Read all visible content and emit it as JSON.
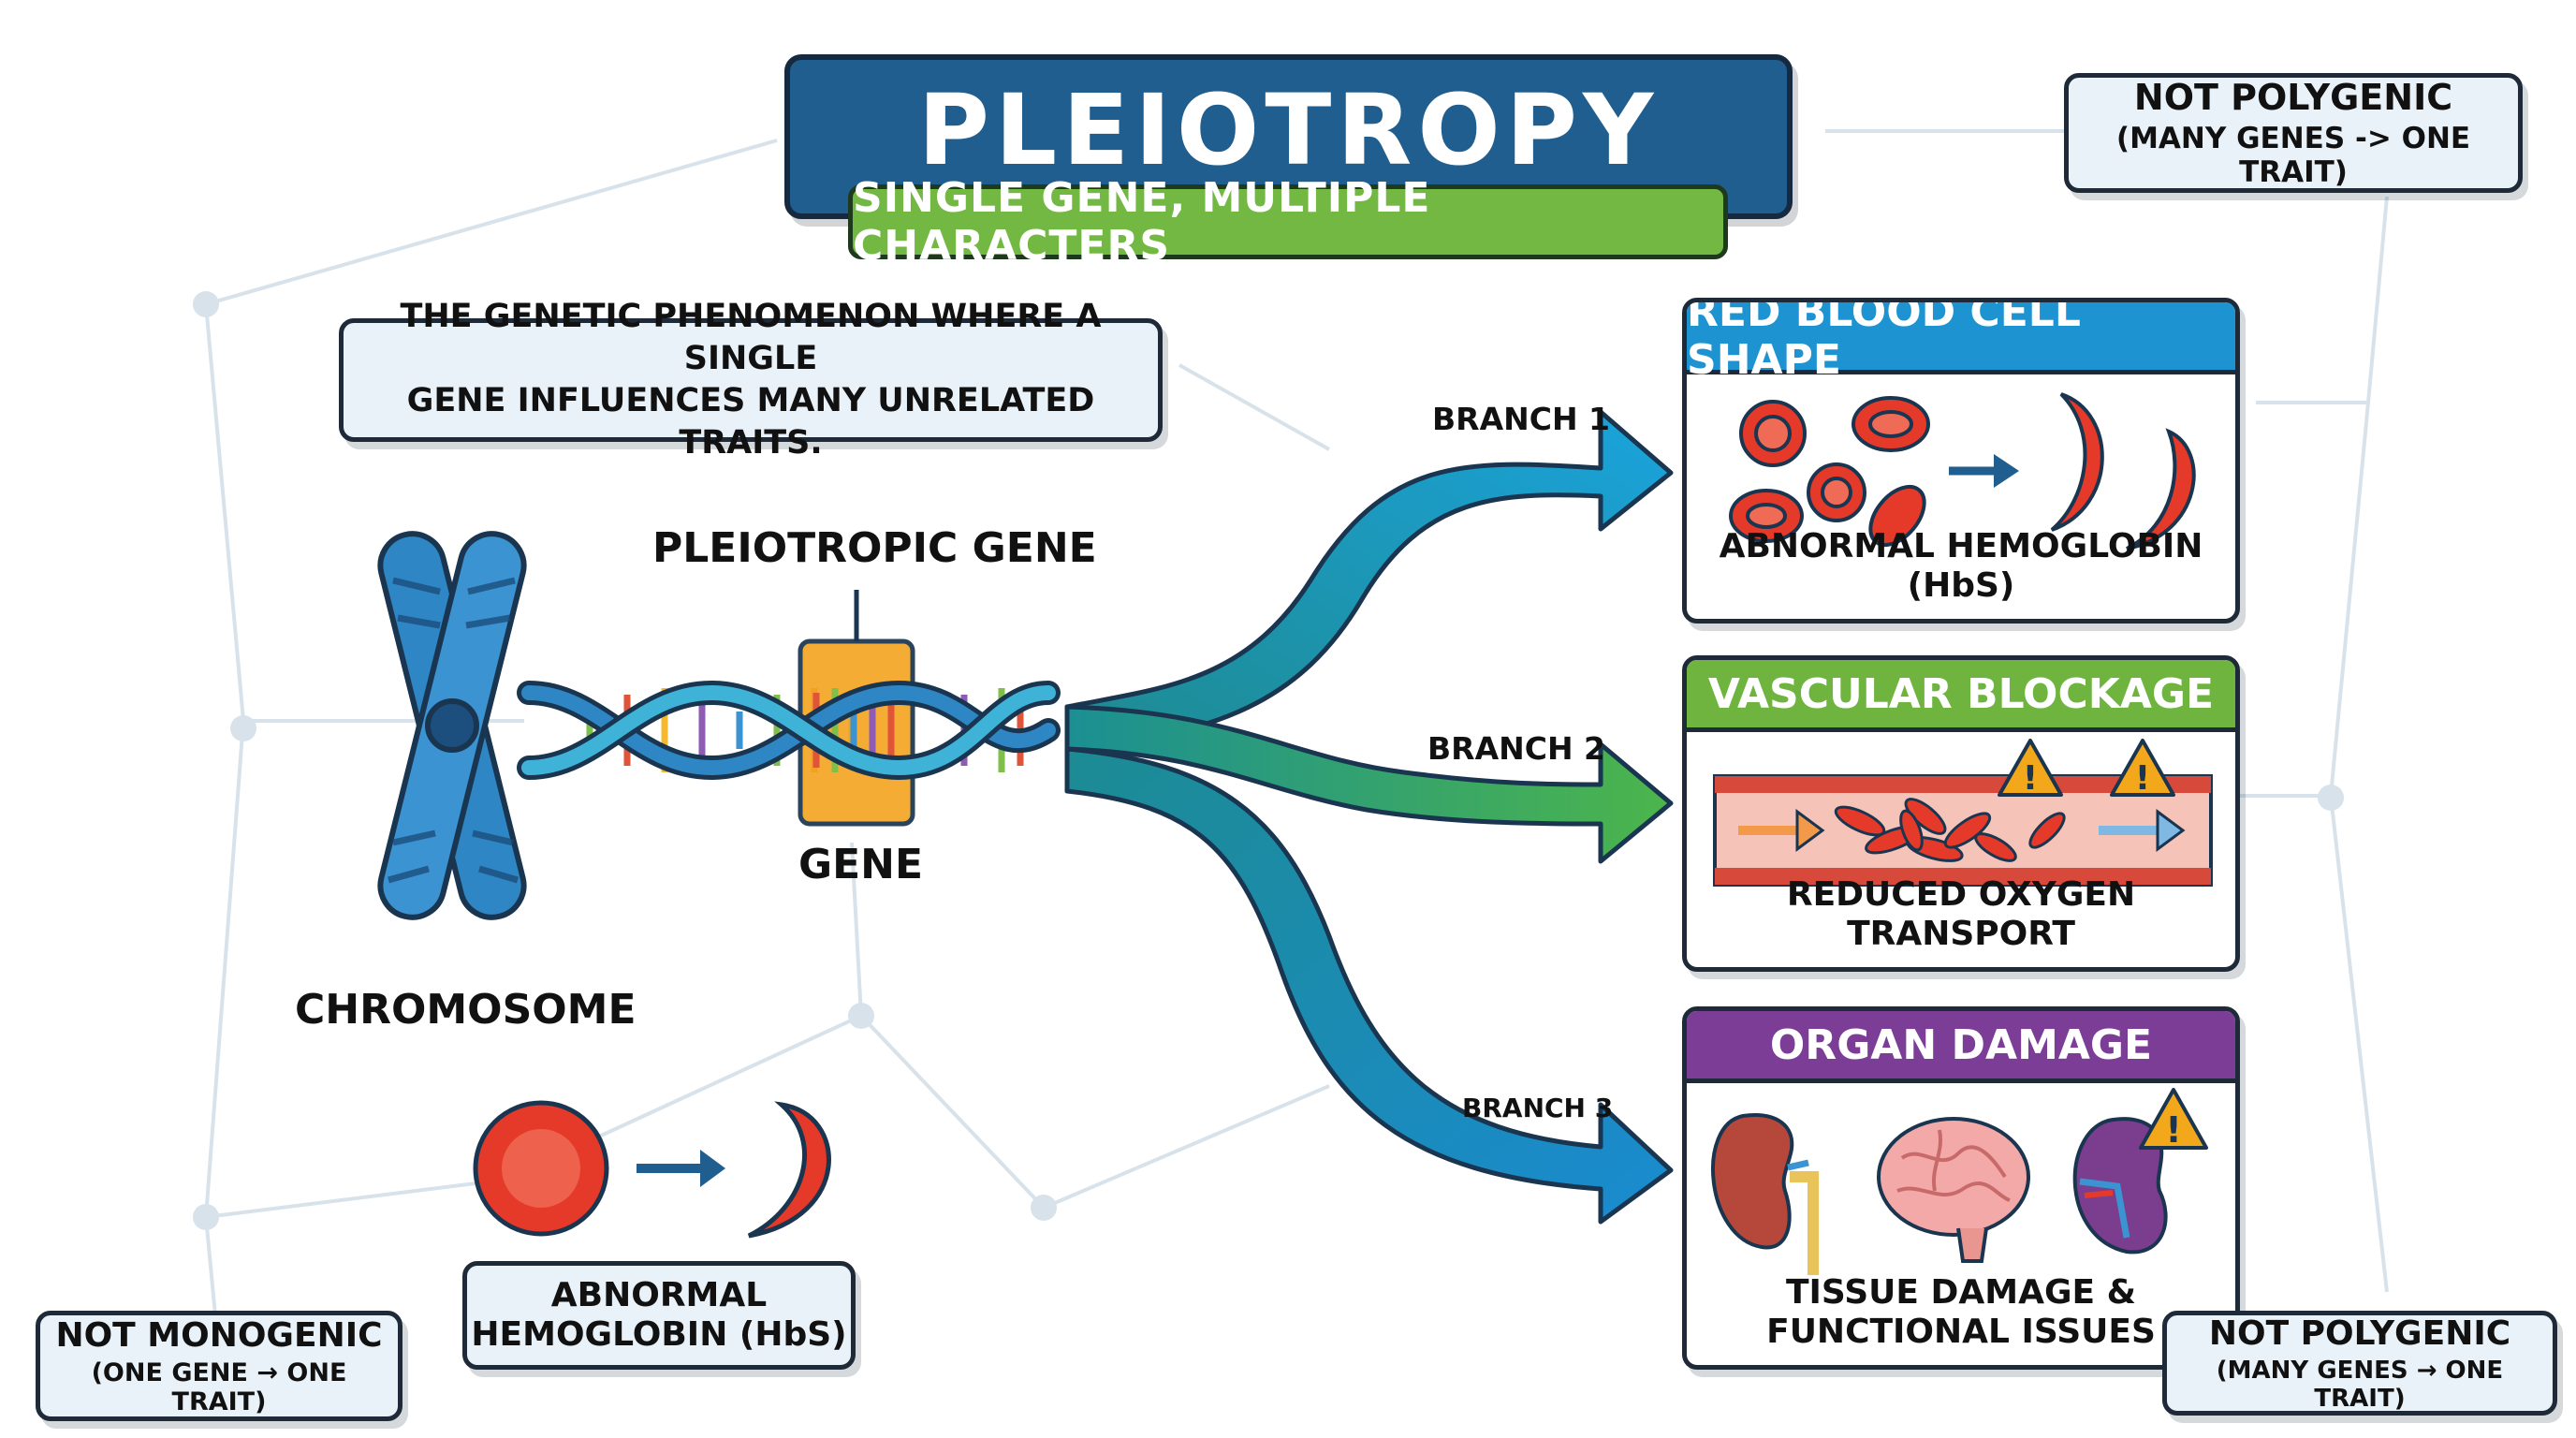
{
  "title": "PLEIOTROPY",
  "subtitle": "SINGLE GENE, MULTIPLE CHARACTERS",
  "definition": {
    "line1": "THE GENETIC PHENOMENON WHERE A SINGLE",
    "line2": "GENE INFLUENCES MANY UNRELATED TRAITS."
  },
  "labels": {
    "pleiotropic_gene": "PLEIOTROPIC GENE",
    "gene": "GENE",
    "chromosome": "CHROMOSOME",
    "hemoglobin_line1": "ABNORMAL",
    "hemoglobin_line2": "HEMOGLOBIN (HbS)"
  },
  "branches": [
    {
      "label": "BRANCH 1",
      "color": "#1e96c8"
    },
    {
      "label": "BRANCH 2",
      "color": "#3aa95a"
    },
    {
      "label": "BRANCH 3",
      "color": "#1e7fb8"
    }
  ],
  "panels": [
    {
      "title": "RED BLOOD CELL SHAPE",
      "footer_line1": "ABNORMAL HEMOGLOBIN (HbS)",
      "footer_line2": "",
      "color": "#1d93d2"
    },
    {
      "title": "VASCULAR BLOCKAGE",
      "footer_line1": "REDUCED OXYGEN TRANSPORT",
      "footer_line2": "",
      "color": "#6fb43f"
    },
    {
      "title": "ORGAN DAMAGE",
      "footer_line1": "TISSUE DAMAGE &",
      "footer_line2": "FUNCTIONAL ISSUES",
      "color": "#7b3d96"
    }
  ],
  "not_polygenic_top": {
    "line1": "NOT POLYGENIC",
    "line2": "(MANY GENES -> ONE TRAIT)"
  },
  "not_polygenic_bottom": {
    "line1": "NOT POLYGENIC",
    "line2": "(MANY GENES → ONE TRAIT)"
  },
  "not_monogenic": {
    "line1": "NOT MONOGENIC",
    "line2": "(ONE GENE → ONE TRAIT)"
  },
  "colors": {
    "title_bg": "#1f5e8e",
    "subtitle_bg": "#72b843",
    "chromosome": "#2f86c4",
    "gene_highlight": "#f5a623",
    "blood_red": "#e53a2a",
    "warning": "#f3a81c"
  }
}
